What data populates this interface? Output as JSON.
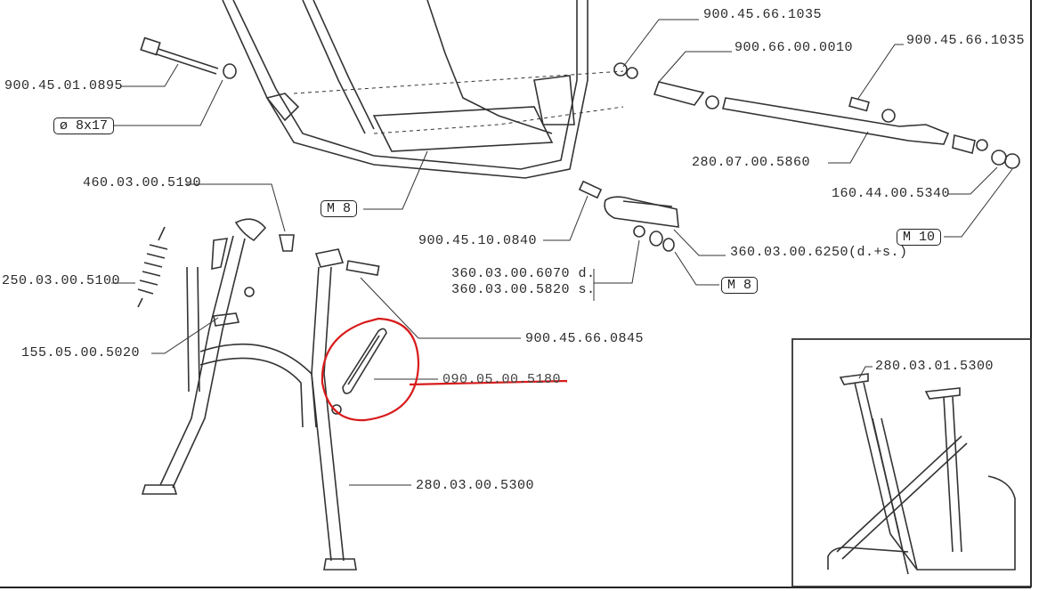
{
  "labels": {
    "nut_top": "900.45.66.1035",
    "grease_nipple": "900.66.00.0010",
    "nut_right": "900.45.66.1035",
    "long_bolt": "900.45.01.0895",
    "washer_spec": "ø 8x17",
    "brake_rod": "280.07.00.5860",
    "bushing": "460.03.00.5190",
    "washer_right": "160.44.00.5340",
    "nut_m8_frame": "M 8",
    "nut_m10": "M 10",
    "footpeg_bolt": "900.45.10.0840",
    "footpeg": "360.03.00.6250(d.+s.)",
    "spring": "250.03.00.5100",
    "bracket_right": "360.03.00.6070 d.",
    "bracket_left": "360.03.00.5820 s.",
    "nut_m8_peg": "M 8",
    "stand_bolt": "900.45.66.0845",
    "spring_pin": "155.05.00.5020",
    "rubber_pad": "090.05.00.5180",
    "stand_inset": "280.03.01.5300",
    "center_stand": "280.03.00.5300"
  },
  "annotation_color": "#d81b1b"
}
